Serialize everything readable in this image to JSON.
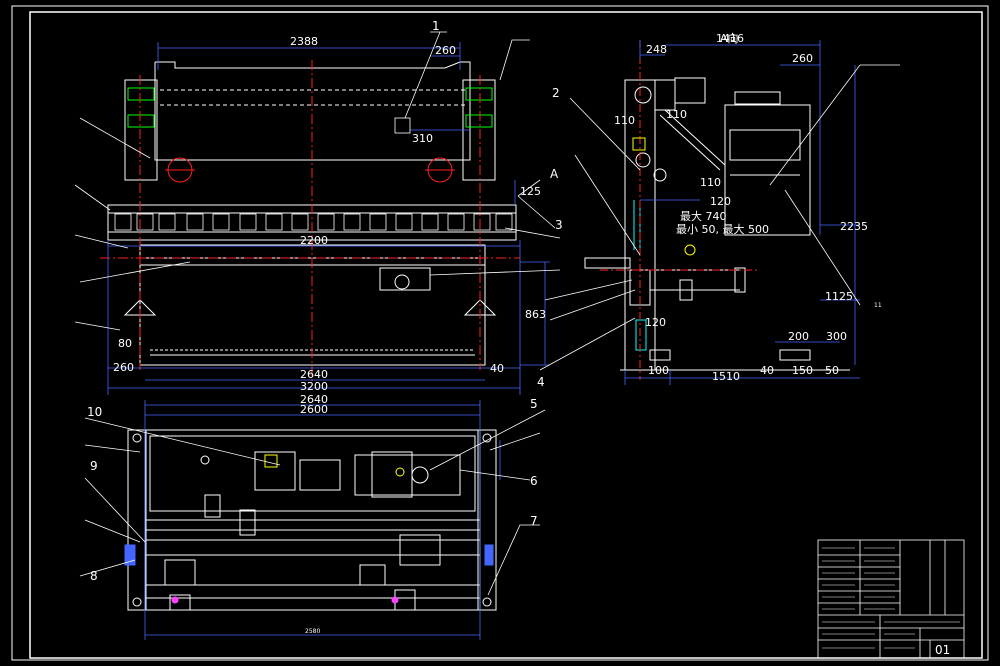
{
  "colors": {
    "background": "#000000",
    "frame": "#ffffff",
    "dimension": "#4466ff",
    "centerline": "#ff2020",
    "part": "#ffffff",
    "accent_yellow": "#ffff00",
    "accent_green": "#00ff00",
    "accent_cyan": "#00ffff",
    "accent_magenta": "#ff44ff"
  },
  "front_view": {
    "dims": {
      "d2388": "2388",
      "d260a": "260",
      "d310": "310",
      "d2200": "2200",
      "d125": "125",
      "d863": "863",
      "d80": "80",
      "d260b": "260",
      "d40a": "40",
      "d2640": "2640",
      "d3200": "3200"
    },
    "callouts": {
      "c1": "1",
      "c3": "3",
      "cA": "A"
    }
  },
  "plan_view": {
    "dims": {
      "d2640": "2640",
      "d2600": "2600",
      "d2580": "2580"
    },
    "callouts": {
      "c10": "10",
      "c9": "9",
      "c8": "8",
      "c5": "5",
      "c6": "6",
      "c7": "7"
    }
  },
  "side_view": {
    "title": "A向",
    "dims": {
      "d248": "248",
      "d1416": "1416",
      "d260": "260",
      "d110a": "110",
      "d110b": "110",
      "d110c": "110",
      "d120a": "120",
      "d120b": "120",
      "d2235": "2235",
      "d1125": "1125",
      "d200": "200",
      "d300": "300",
      "d100": "100",
      "d1510": "1510",
      "d40": "40",
      "d150": "150",
      "d50": "50"
    },
    "notes": {
      "max740": "最大 740",
      "minmax": "最小 50, 最大 500"
    },
    "callouts": {
      "c2": "2",
      "c4": "4",
      "c11": "11"
    }
  },
  "title_block": {
    "sheet_no": "01"
  }
}
